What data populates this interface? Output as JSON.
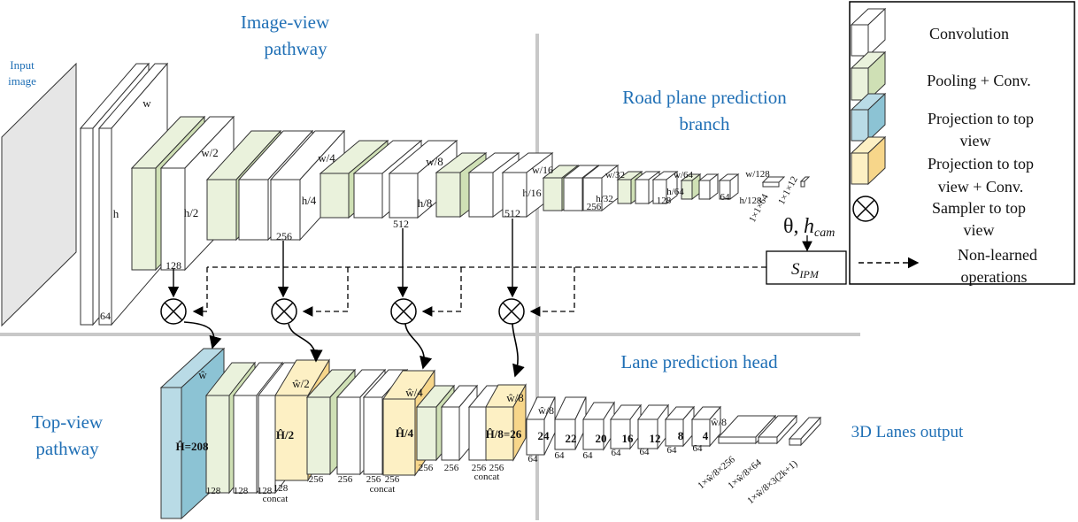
{
  "pathways": {
    "image_view_line1": "Image-view",
    "image_view_line2": "pathway",
    "top_view_line1": "Top-view",
    "top_view_line2": "pathway",
    "road_plane_line1": "Road plane prediction",
    "road_plane_line2": "branch",
    "lane_head": "Lane prediction head",
    "lanes_output": "3D Lanes output"
  },
  "input": {
    "line1": "Input",
    "line2": "image"
  },
  "legend": {
    "convolution": "Convolution",
    "pooling": "Pooling + Conv.",
    "proj_line1": "Projection to top",
    "proj_line2": "view",
    "projconv_line1": "Projection to top",
    "projconv_line2": "view + Conv.",
    "sampler_line1": "Sampler to top",
    "sampler_line2": "view",
    "nonlearned_line1": "Non-learned",
    "nonlearned_line2": "operations"
  },
  "colors": {
    "conv": "#ffffff",
    "pool": "#eaf2dc",
    "pool_side": "#cfe0b5",
    "proj": "#b9dbe6",
    "proj_side": "#8cc3d4",
    "projconv": "#fdf0c4",
    "projconv_side": "#f7d68a",
    "input": "#e6e6e6",
    "blue_text": "#1f6fb5"
  },
  "image_view": {
    "w": "w",
    "h": "h",
    "c64": "64",
    "w2": "w/2",
    "h2": "h/2",
    "c128": "128",
    "w4": "w/4",
    "h4": "h/4",
    "c256": "256",
    "w8": "w/8",
    "h8": "h/8",
    "c512a": "512",
    "w16": "w/16",
    "h16": "h/16",
    "c512b": "512",
    "w32": "w/32",
    "h32": "h/32",
    "c256b": "256",
    "w64": "w/64",
    "h64": "h/64",
    "c128b": "128",
    "c64b": "64",
    "w128": "w/128",
    "h128": "h/128",
    "vec1": "1×1×64",
    "vec2": "1×1×12"
  },
  "cam": {
    "theta": "θ,",
    "hcam": "h",
    "hcam_sub": "cam",
    "s": "S",
    "s_sub": "IPM"
  },
  "top_view": {
    "wh": "ŵ",
    "H208": "Ĥ=208",
    "c128": "128",
    "c128b": "128",
    "c128c": "128",
    "c128d": "128",
    "concat1": "concat",
    "w2": "ŵ/2",
    "H2": "Ĥ/2",
    "c256a": "256",
    "c256b": "256",
    "c256c": "256",
    "c256d": "256",
    "concat2": "concat",
    "w4": "ŵ/4",
    "H4": "Ĥ/4",
    "c256e": "256",
    "c256f": "256",
    "c256g": "256",
    "c256h": "256",
    "concat3": "concat",
    "w8": "ŵ/8",
    "H8": "Ĥ/8=26"
  },
  "lane_head": {
    "w8a": "ŵ/8",
    "w8b": "ŵ/8",
    "ch": [
      "24",
      "22",
      "20",
      "16",
      "12",
      "8",
      "4"
    ],
    "c64": "64",
    "out1": "1×ŵ/8×256",
    "out2": "1×ŵ/8×64",
    "out3": "1×ŵ/8×3(2k+1)"
  }
}
